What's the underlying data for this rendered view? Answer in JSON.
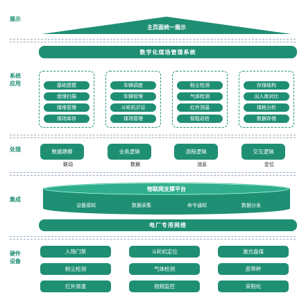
{
  "layers": {
    "display": "展示",
    "application": "系统应用",
    "processing": "处理",
    "integration": "集成",
    "devices": "硬件设备"
  },
  "display": {
    "title": "主页面统一展示"
  },
  "system": {
    "title": "数字化煤场管理系统"
  },
  "modules": [
    {
      "items": [
        "基础建模",
        "盘煤扫描",
        "煤堆管理",
        "煤场库存"
      ]
    },
    {
      "items": [
        "车辆调度",
        "车辆管理",
        "斗轮机识证",
        "煤场管理"
      ]
    },
    {
      "items": [
        "粉尘检测",
        "气体检测",
        "红外测温",
        "智能巡检"
      ]
    },
    {
      "items": [
        "存煤结构",
        "出入库对比",
        "煤耗分析",
        "数据存储"
      ]
    }
  ],
  "processing": [
    {
      "label": "数据建模",
      "sub": "联动"
    },
    {
      "label": "业务逻辑",
      "sub": "数据"
    },
    {
      "label": "流程逻辑",
      "sub": "消息"
    },
    {
      "label": "交互逻辑",
      "sub": "定位"
    }
  ],
  "platform": {
    "title": "物联网支撑平台",
    "items": [
      "设备感知",
      "数据采集",
      "命令通知",
      "数据分发"
    ]
  },
  "network": {
    "title": "电厂专用网络"
  },
  "devices": [
    [
      "入场门禁",
      "斗轮机定位",
      "激光盘煤"
    ],
    [
      "粉尘检测",
      "气体检测",
      "皮带秤"
    ],
    [
      "红外测温",
      "视频监控",
      "采制化"
    ]
  ],
  "colors": {
    "primary": "#1f8f74",
    "light": "#2fae8e"
  }
}
